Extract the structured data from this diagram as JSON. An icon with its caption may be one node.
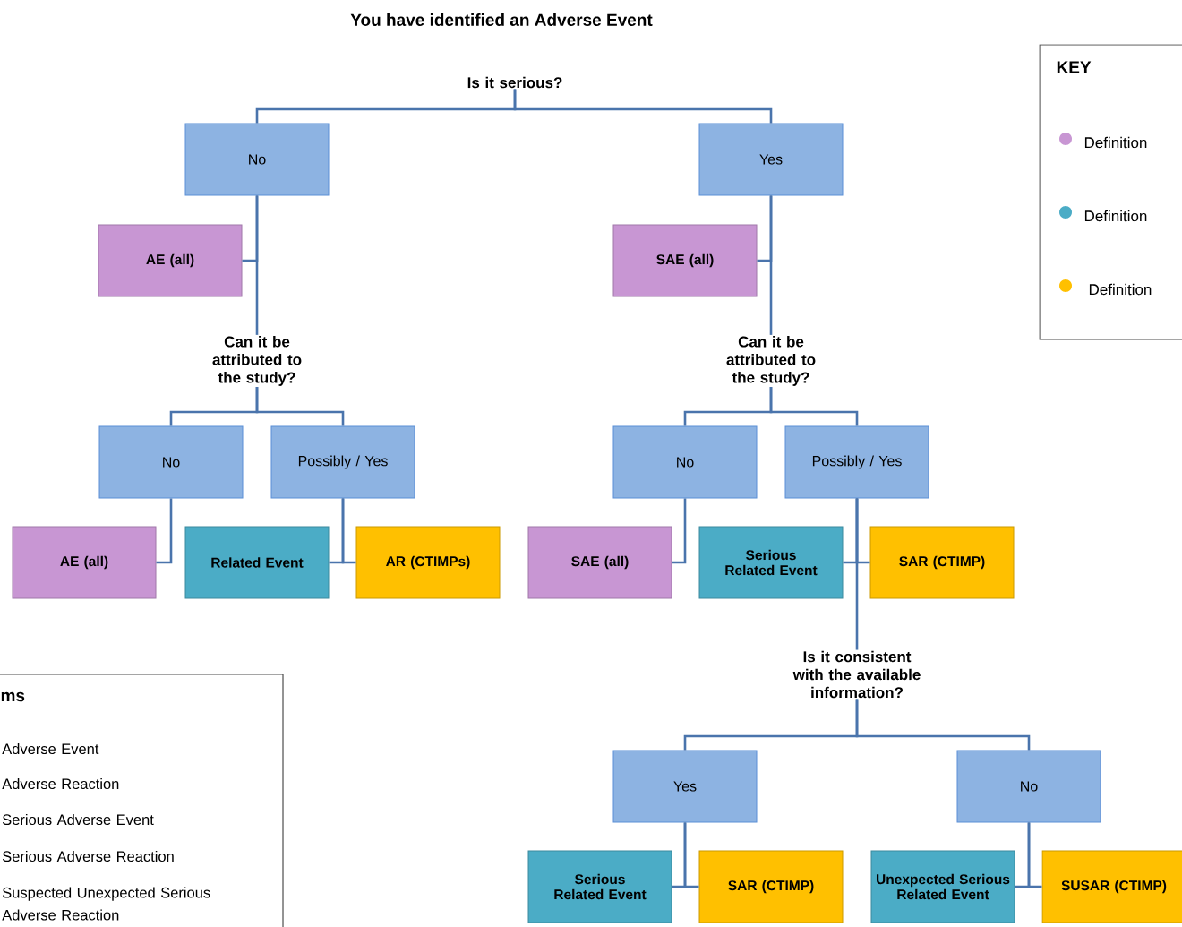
{
  "diagram": {
    "title": "You have identified an Adverse Event",
    "nodes": [
      {
        "text": [
          "Is it serious?"
        ]
      },
      {
        "text": [
          "No"
        ]
      },
      {
        "text": [
          "Yes"
        ]
      },
      {
        "text": [
          "AE (all)"
        ]
      },
      {
        "text": [
          "SAE (all)"
        ]
      },
      {
        "text": [
          "Can it be attributed to the study?"
        ]
      },
      {
        "text": [
          "Can it be attributed to the study?"
        ]
      },
      {
        "text": [
          "No"
        ]
      },
      {
        "text": [
          "Possibly / Yes"
        ]
      },
      {
        "text": [
          "No"
        ]
      },
      {
        "text": [
          "Possibly / Yes"
        ]
      },
      {
        "text": [
          "AE (all)"
        ]
      },
      {
        "text": [
          "Related Event"
        ]
      },
      {
        "text": [
          "AR (CTIMPs)"
        ]
      },
      {
        "text": [
          "SAE (all)"
        ]
      },
      {
        "text": [
          "Serious Related Event"
        ]
      },
      {
        "text": [
          "SAR (CTIMP)"
        ]
      },
      {
        "text": [
          "Is it consistent with the available information?"
        ]
      },
      {
        "text": [
          "Yes"
        ]
      },
      {
        "text": [
          "No"
        ]
      },
      {
        "text": [
          "Serious Related Event"
        ]
      },
      {
        "text": [
          "SAR (CTIMP)"
        ]
      },
      {
        "text": [
          "Unexpected Serious Related Event"
        ]
      },
      {
        "text": [
          "SUSAR (CTIMP)"
        ]
      }
    ],
    "edges": [
      {
        "from": 0,
        "to": 1,
        "arrow": "none"
      },
      {
        "from": 0,
        "to": 2,
        "arrow": "none"
      },
      {
        "from": 1,
        "to": 3,
        "arrow": "none"
      },
      {
        "from": 1,
        "to": 5,
        "arrow": "none"
      },
      {
        "from": 2,
        "to": 4,
        "arrow": "none"
      },
      {
        "from": 2,
        "to": 6,
        "arrow": "none"
      },
      {
        "from": 5,
        "to": 7,
        "arrow": "none"
      },
      {
        "from": 5,
        "to": 8,
        "arrow": "none"
      },
      {
        "from": 6,
        "to": 9,
        "arrow": "none"
      },
      {
        "from": 6,
        "to": 10,
        "arrow": "none"
      },
      {
        "from": 7,
        "to": 11,
        "arrow": "none"
      },
      {
        "from": 8,
        "to": 12,
        "arrow": "none"
      },
      {
        "from": 8,
        "to": 13,
        "arrow": "none"
      },
      {
        "from": 9,
        "to": 14,
        "arrow": "none"
      },
      {
        "from": 10,
        "to": 15,
        "arrow": "none"
      },
      {
        "from": 10,
        "to": 16,
        "arrow": "none"
      },
      {
        "from": 10,
        "to": 17,
        "arrow": "none"
      },
      {
        "from": 17,
        "to": 18,
        "arrow": "none"
      },
      {
        "from": 17,
        "to": 19,
        "arrow": "none"
      },
      {
        "from": 18,
        "to": 20,
        "arrow": "none"
      },
      {
        "from": 18,
        "to": 21,
        "arrow": "none"
      },
      {
        "from": 19,
        "to": 22,
        "arrow": "none"
      },
      {
        "from": 19,
        "to": 23,
        "arrow": "none"
      }
    ],
    "labels": [
      "KEY",
      "ms",
      "Adverse Event",
      "Adverse Reaction",
      "Serious Adverse Event",
      "Serious Adverse Reaction",
      "Suspected Unexpected Serious Adverse Reaction"
    ],
    "legend": [
      {
        "text": "Definition",
        "color": "#c896d3"
      },
      {
        "text": "Definition",
        "color": "#4bacc6"
      },
      {
        "text": "Definition",
        "color": "#ffc000"
      }
    ]
  }
}
